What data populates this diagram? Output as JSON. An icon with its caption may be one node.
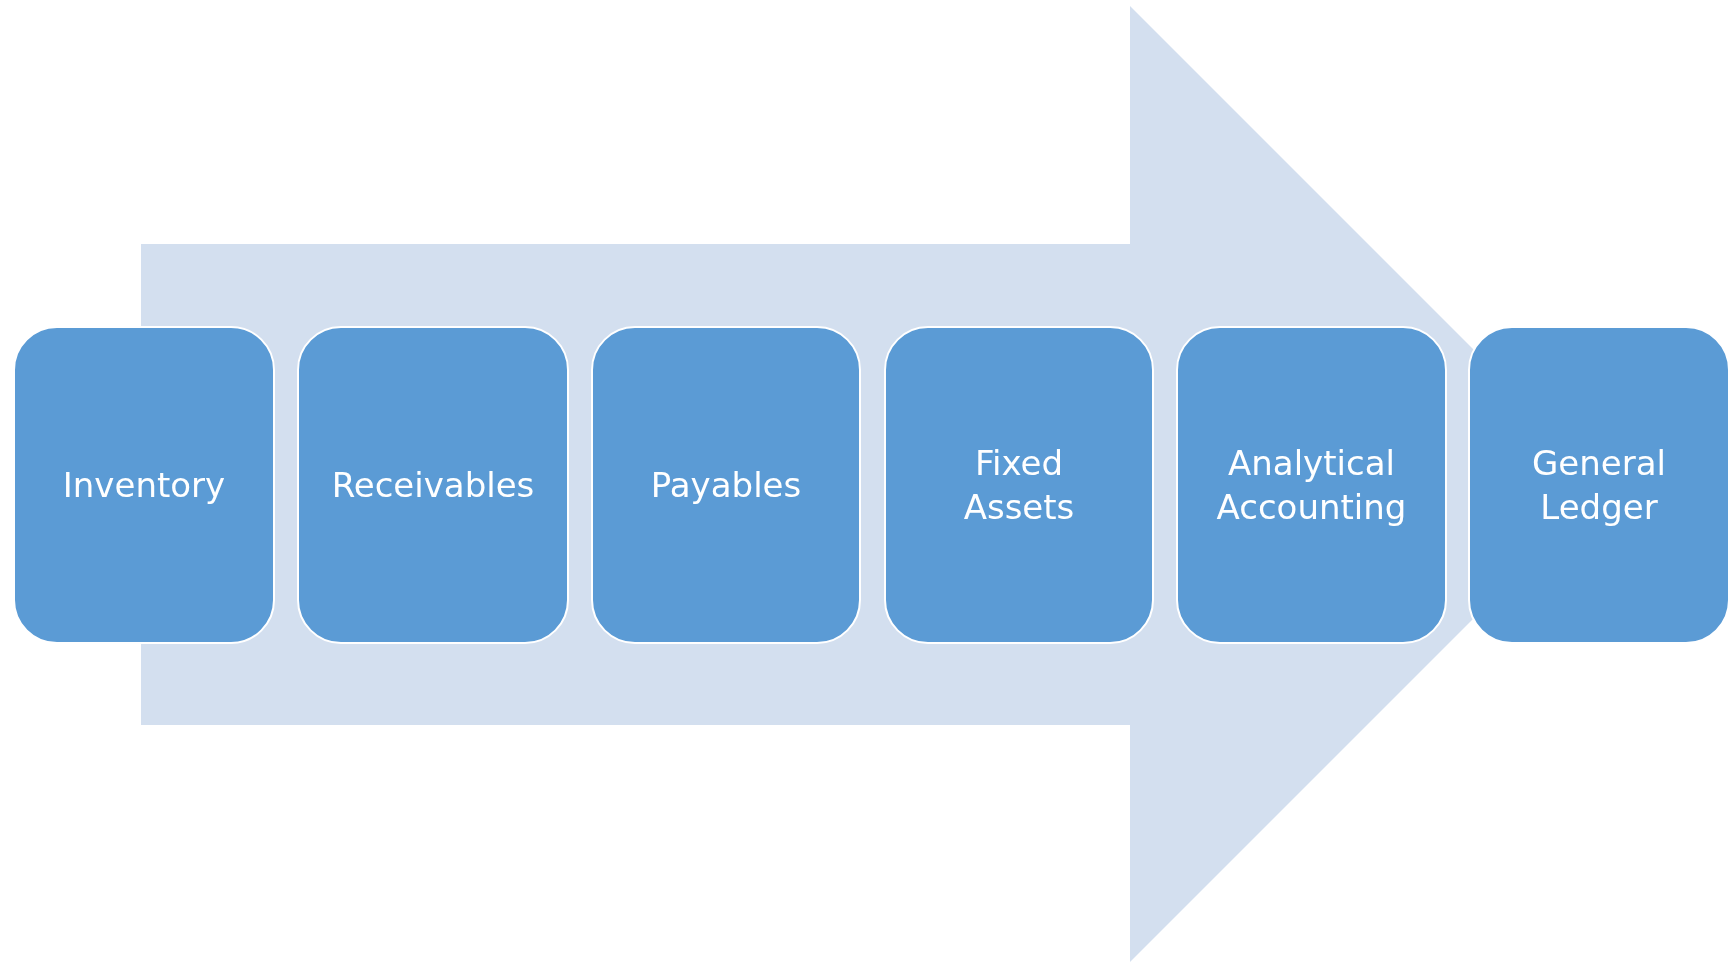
{
  "diagram": {
    "nodes": [
      {
        "text": [
          "Inventory"
        ]
      },
      {
        "text": [
          "Receivables"
        ]
      },
      {
        "text": [
          "Payables"
        ]
      },
      {
        "text": [
          "Fixed Assets"
        ]
      },
      {
        "text": [
          "Analytical Accounting"
        ]
      },
      {
        "text": [
          "General Ledger"
        ]
      }
    ],
    "edges": [
      {
        "from": 0,
        "to": 5,
        "arrow": "to"
      }
    ]
  }
}
